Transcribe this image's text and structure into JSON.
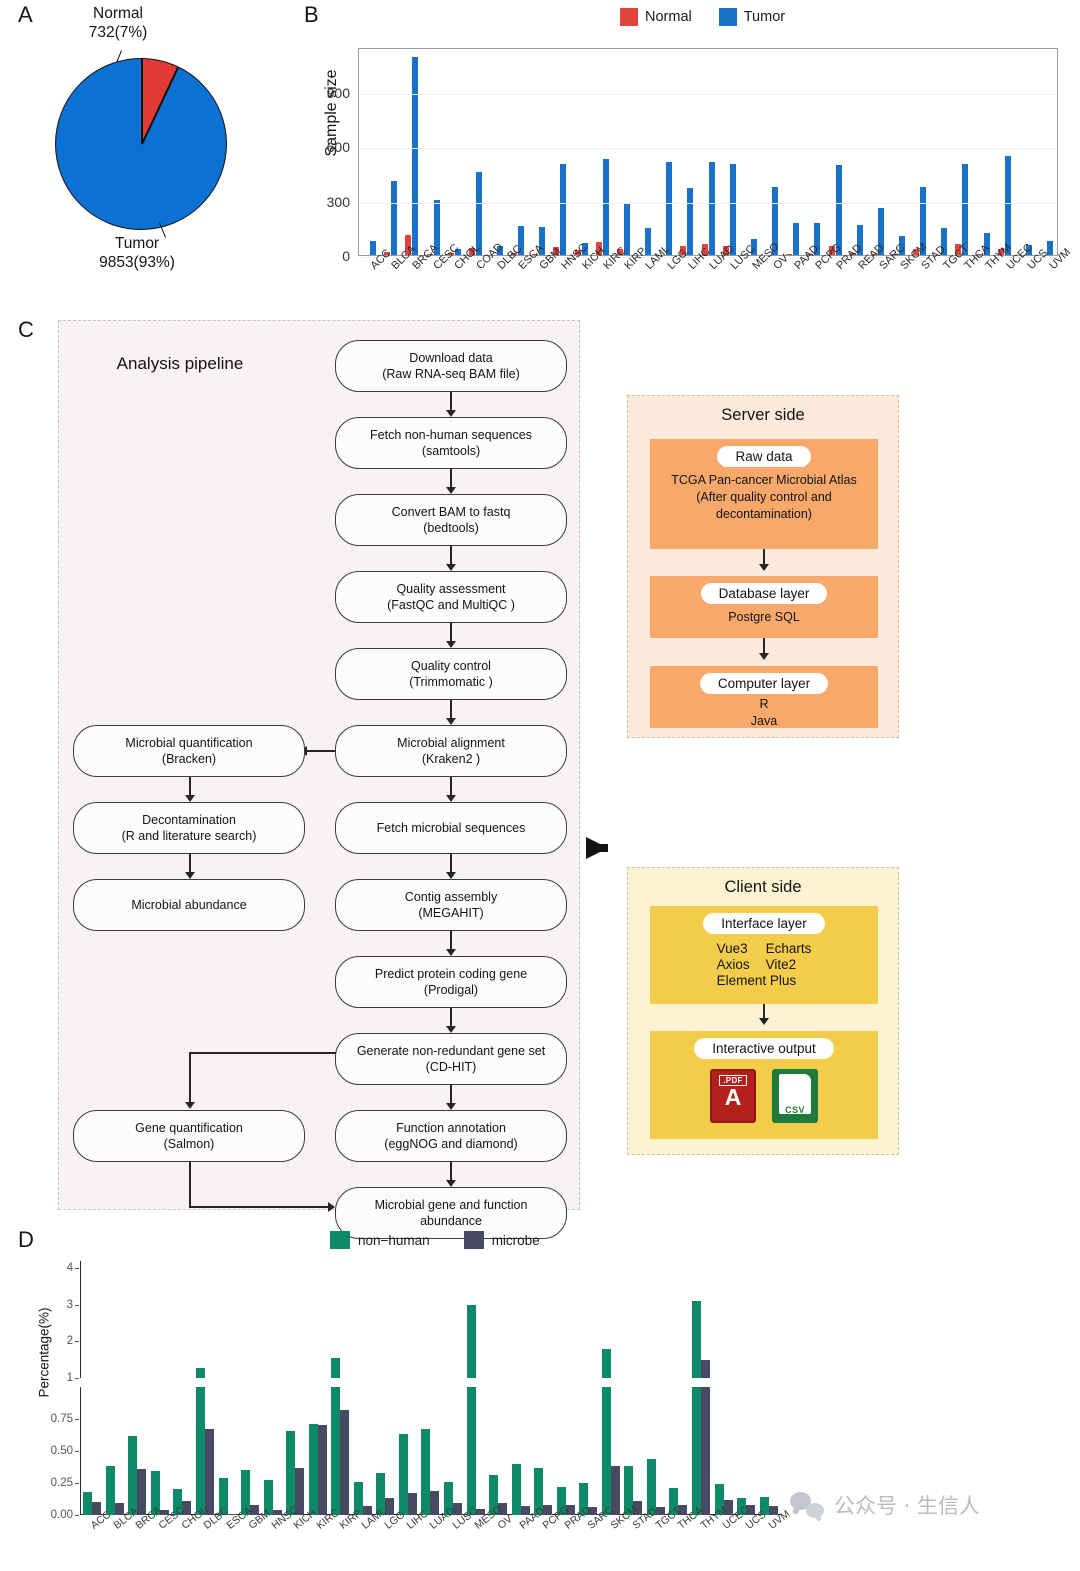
{
  "figure": {
    "panels": {
      "a": "A",
      "b": "B",
      "c": "C",
      "d": "D"
    }
  },
  "panel_a": {
    "normal_label": "Normal",
    "normal_value": "732(7%)",
    "tumor_label": "Tumor",
    "tumor_value": "9853(93%)",
    "colors": {
      "normal": "#e03a33",
      "tumor": "#0b72d4"
    }
  },
  "panel_b": {
    "legend": [
      {
        "label": "Normal",
        "color": "#e0443c"
      },
      {
        "label": "Tumor",
        "color": "#1872c9"
      }
    ],
    "ylabel": "Sample size"
  },
  "panel_c": {
    "pipeline_title": "Analysis pipeline",
    "nodes": {
      "download": {
        "l1": "Download data",
        "l2": "(Raw RNA-seq BAM file)"
      },
      "fetch_nonhuman": {
        "l1": "Fetch non-human sequences",
        "l2": "(samtools)"
      },
      "convert": {
        "l1": "Convert BAM to fastq",
        "l2": "(bedtools)"
      },
      "qassess": {
        "l1": "Quality assessment",
        "l2": "(FastQC and MultiQC )"
      },
      "qcontrol": {
        "l1": "Quality control",
        "l2": "(Trimmomatic )"
      },
      "align": {
        "l1": "Microbial alignment",
        "l2": "(Kraken2 )"
      },
      "quant": {
        "l1": "Microbial quantification",
        "l2": "(Bracken)"
      },
      "decontam": {
        "l1": "Decontamination",
        "l2": "(R and literature search)"
      },
      "abundance": {
        "l1": "Microbial abundance",
        "l2": ""
      },
      "fetch_microbial": {
        "l1": "Fetch microbial sequences",
        "l2": ""
      },
      "contig": {
        "l1": "Contig assembly",
        "l2": "(MEGAHIT)"
      },
      "predict": {
        "l1": "Predict protein coding gene",
        "l2": "(Prodigal)"
      },
      "nonredundant": {
        "l1": "Generate non-redundant gene set",
        "l2": "(CD-HIT)"
      },
      "genequant": {
        "l1": "Gene quantification",
        "l2": "(Salmon)"
      },
      "funcannot": {
        "l1": "Function annotation",
        "l2": "(eggNOG and diamond)"
      },
      "final": {
        "l1": "Microbial gene and function",
        "l2": "abundance"
      }
    },
    "server": {
      "title": "Server side",
      "raw_data_pill": "Raw data",
      "raw_data_text": "TCGA Pan-cancer Microbial Atlas\n(After quality control and\ndecontamination)",
      "database_pill": "Database layer",
      "database_text": "Postgre SQL",
      "computer_pill": "Computer layer",
      "computer_text_1": "R",
      "computer_text_2": "Java"
    },
    "client": {
      "title": "Client side",
      "interface_pill": "Interface layer",
      "tech": [
        "Vue3",
        "Echarts",
        "Axios",
        "Vite2"
      ],
      "tech_full": "Element Plus",
      "output_pill": "Interactive output",
      "file_icons": [
        {
          "name": "pdf-file-icon",
          "label": ".PDF",
          "glyph": "A"
        },
        {
          "name": "csv-file-icon",
          "label": "CSV"
        }
      ]
    }
  },
  "panel_d": {
    "legend": [
      {
        "label": "non−human",
        "color": "#0f8a68"
      },
      {
        "label": "microbe",
        "color": "#474a62"
      }
    ],
    "ylabel": "Percentage(%)"
  },
  "watermark": {
    "text": "公众号 · 生信人",
    "icon": "wechat-icon"
  },
  "chart_data": [
    {
      "id": "panel_a_pie",
      "type": "pie",
      "title": "",
      "labels": [
        "Normal",
        "Tumor"
      ],
      "values": [
        732,
        9853
      ],
      "percents": [
        7,
        93
      ],
      "display_labels": [
        "732(7%)",
        "9853(93%)"
      ],
      "colors": [
        "#e03a33",
        "#0b72d4"
      ]
    },
    {
      "id": "panel_b_sample_size",
      "type": "bar",
      "title": "",
      "xlabel": "",
      "ylabel": "Sample size",
      "ylim": [
        0,
        1150
      ],
      "yticks": [
        0,
        300,
        600,
        900
      ],
      "grid": true,
      "legend_position": "top",
      "categories": [
        "ACC",
        "BLCA",
        "BRCA",
        "CESC",
        "CHOL",
        "COAD",
        "DLBC",
        "ESCA",
        "GBM",
        "HNSC",
        "KICH",
        "KIRC",
        "KIRP",
        "LAML",
        "LGG",
        "LIHC",
        "LUAD",
        "LUSC",
        "MESO",
        "OV",
        "PAAD",
        "PCPG",
        "PRAD",
        "READ",
        "SARC",
        "SKCM",
        "STAD",
        "TGCT",
        "THCA",
        "THYM",
        "UCEC",
        "UCS",
        "UVM"
      ],
      "series": [
        {
          "name": "Normal",
          "color": "#e0443c",
          "values": [
            0,
            19,
            112,
            3,
            9,
            41,
            0,
            13,
            5,
            44,
            25,
            72,
            32,
            0,
            0,
            50,
            59,
            49,
            0,
            0,
            4,
            3,
            52,
            10,
            2,
            1,
            32,
            0,
            59,
            2,
            35,
            0,
            0
          ]
        },
        {
          "name": "Tumor",
          "color": "#1872c9",
          "values": [
            79,
            408,
            1093,
            304,
            36,
            458,
            48,
            162,
            153,
            502,
            66,
            533,
            290,
            151,
            512,
            371,
            515,
            501,
            87,
            374,
            177,
            179,
            498,
            166,
            259,
            103,
            375,
            150,
            502,
            120,
            545,
            57,
            80
          ]
        }
      ]
    },
    {
      "id": "panel_d_percentage",
      "type": "bar",
      "title": "",
      "xlabel": "",
      "ylabel": "Percentage(%)",
      "broken_axis": true,
      "lower_ylim": [
        0.0,
        1.0
      ],
      "lower_yticks": [
        0.0,
        0.25,
        0.5,
        0.75
      ],
      "upper_ylim": [
        1.0,
        4.2
      ],
      "upper_yticks": [
        1,
        2,
        3,
        4
      ],
      "grid": false,
      "legend_position": "top",
      "categories": [
        "ACC",
        "BLCA",
        "BRCA",
        "CESC",
        "CHOL",
        "DLBC",
        "ESCA",
        "GBM",
        "HNSC",
        "KICH",
        "KIRC",
        "KIRP",
        "LAML",
        "LGG",
        "LIHC",
        "LUAD",
        "LUSC",
        "MESO",
        "OV",
        "PAAD",
        "PCPG",
        "PRAD",
        "SARC",
        "SKCM",
        "STAD",
        "TGCT",
        "THCA",
        "THYM",
        "UCEC",
        "UCS",
        "UVM"
      ],
      "series": [
        {
          "name": "non-human",
          "color": "#0f8a68",
          "values": [
            0.18,
            0.38,
            0.62,
            0.34,
            0.2,
            1.28,
            0.29,
            0.35,
            0.27,
            0.66,
            0.71,
            1.55,
            0.26,
            0.33,
            0.63,
            0.67,
            0.26,
            3.0,
            0.31,
            0.4,
            0.37,
            0.22,
            0.25,
            1.78,
            0.38,
            0.44,
            0.21,
            3.1,
            0.24,
            0.13,
            0.14
          ]
        },
        {
          "name": "microbe",
          "color": "#474a62",
          "values": [
            0.1,
            0.09,
            0.36,
            0.04,
            0.11,
            0.67,
            0.01,
            0.08,
            0.04,
            0.37,
            0.7,
            0.82,
            0.07,
            0.13,
            0.17,
            0.19,
            0.09,
            0.05,
            0.09,
            0.07,
            0.08,
            0.08,
            0.06,
            0.38,
            0.11,
            0.06,
            0.08,
            1.5,
            0.12,
            0.08,
            0.07
          ]
        }
      ]
    }
  ]
}
